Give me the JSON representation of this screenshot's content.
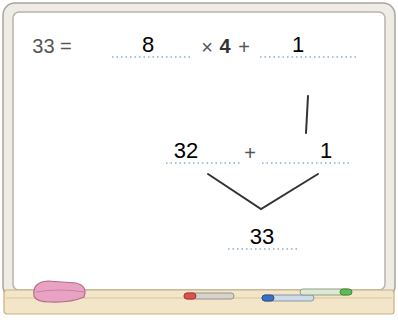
{
  "diagram": {
    "labels": [
      "33 =",
      "8",
      "×",
      "4",
      "+",
      "1",
      "32",
      "+",
      "1",
      "33"
    ]
  }
}
